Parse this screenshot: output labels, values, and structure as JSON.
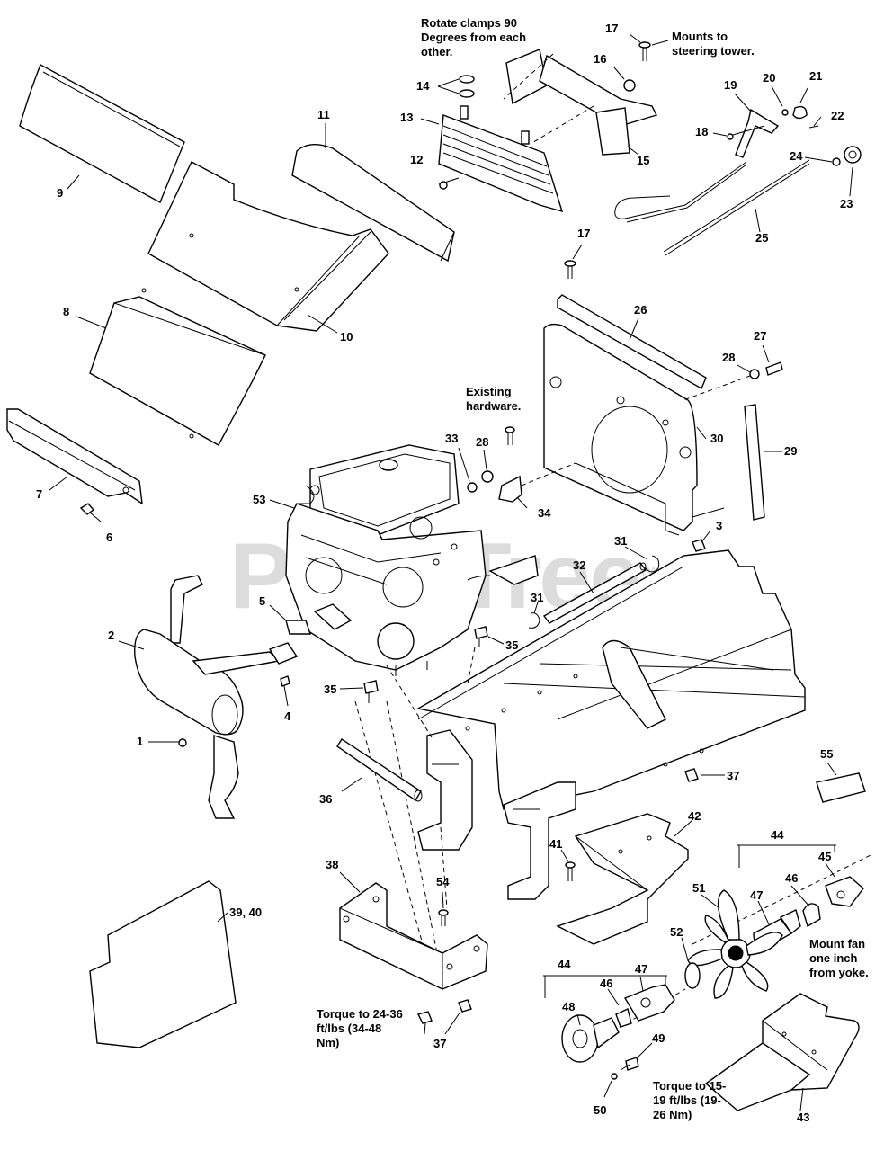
{
  "watermark": "PartsTree",
  "watermark_tm": "TM",
  "notes": {
    "rotate_clamps": "Rotate clamps 90 Degrees from each other.",
    "mounts_tower": "Mounts to steering tower.",
    "existing_hardware": "Existing hardware.",
    "mount_fan": "Mount fan one inch from yoke.",
    "torque_1": "Torque to 24-36 ft/lbs (34-48 Nm)",
    "torque_2": "Torque to 15-19 ft/lbs (19-26 Nm)"
  },
  "callouts": [
    "1",
    "2",
    "3",
    "4",
    "5",
    "6",
    "7",
    "8",
    "9",
    "10",
    "11",
    "12",
    "13",
    "14",
    "15",
    "16",
    "17",
    "17",
    "18",
    "19",
    "20",
    "21",
    "22",
    "23",
    "24",
    "25",
    "26",
    "27",
    "28",
    "28",
    "29",
    "30",
    "31",
    "31",
    "32",
    "33",
    "34",
    "35",
    "35",
    "36",
    "37",
    "37",
    "38",
    "39, 40",
    "41",
    "42",
    "43",
    "44",
    "44",
    "45",
    "46",
    "46",
    "47",
    "47",
    "48",
    "49",
    "50",
    "51",
    "52",
    "53",
    "54",
    "55"
  ]
}
